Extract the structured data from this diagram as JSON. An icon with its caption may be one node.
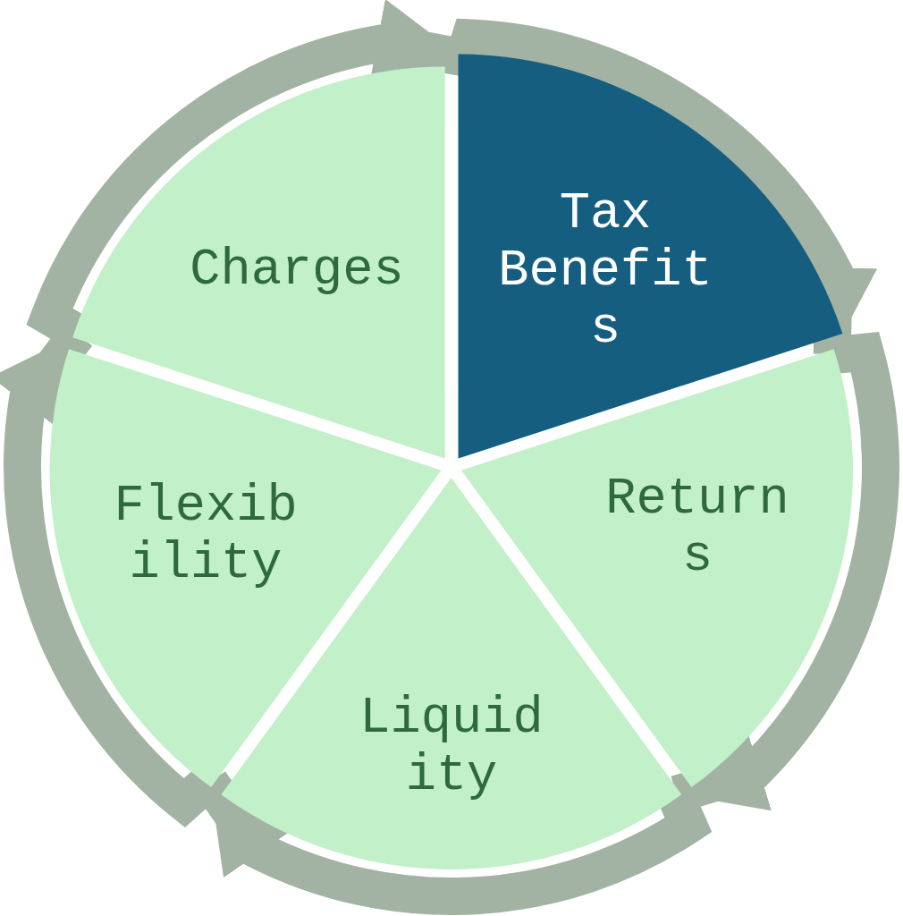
{
  "diagram": {
    "nodes": [
      {
        "text": [
          "Tax Benefits"
        ]
      },
      {
        "text": [
          "Returns"
        ]
      },
      {
        "text": [
          "Liquidity"
        ]
      },
      {
        "text": [
          "Flexibility"
        ]
      },
      {
        "text": [
          "Charges"
        ]
      }
    ],
    "edges": [
      {
        "from": 0,
        "to": 1,
        "arrow": "to"
      },
      {
        "from": 1,
        "to": 2,
        "arrow": "to"
      },
      {
        "from": 2,
        "to": 3,
        "arrow": "to"
      },
      {
        "from": 3,
        "to": 4,
        "arrow": "to"
      },
      {
        "from": 4,
        "to": 0,
        "arrow": "to"
      }
    ]
  }
}
